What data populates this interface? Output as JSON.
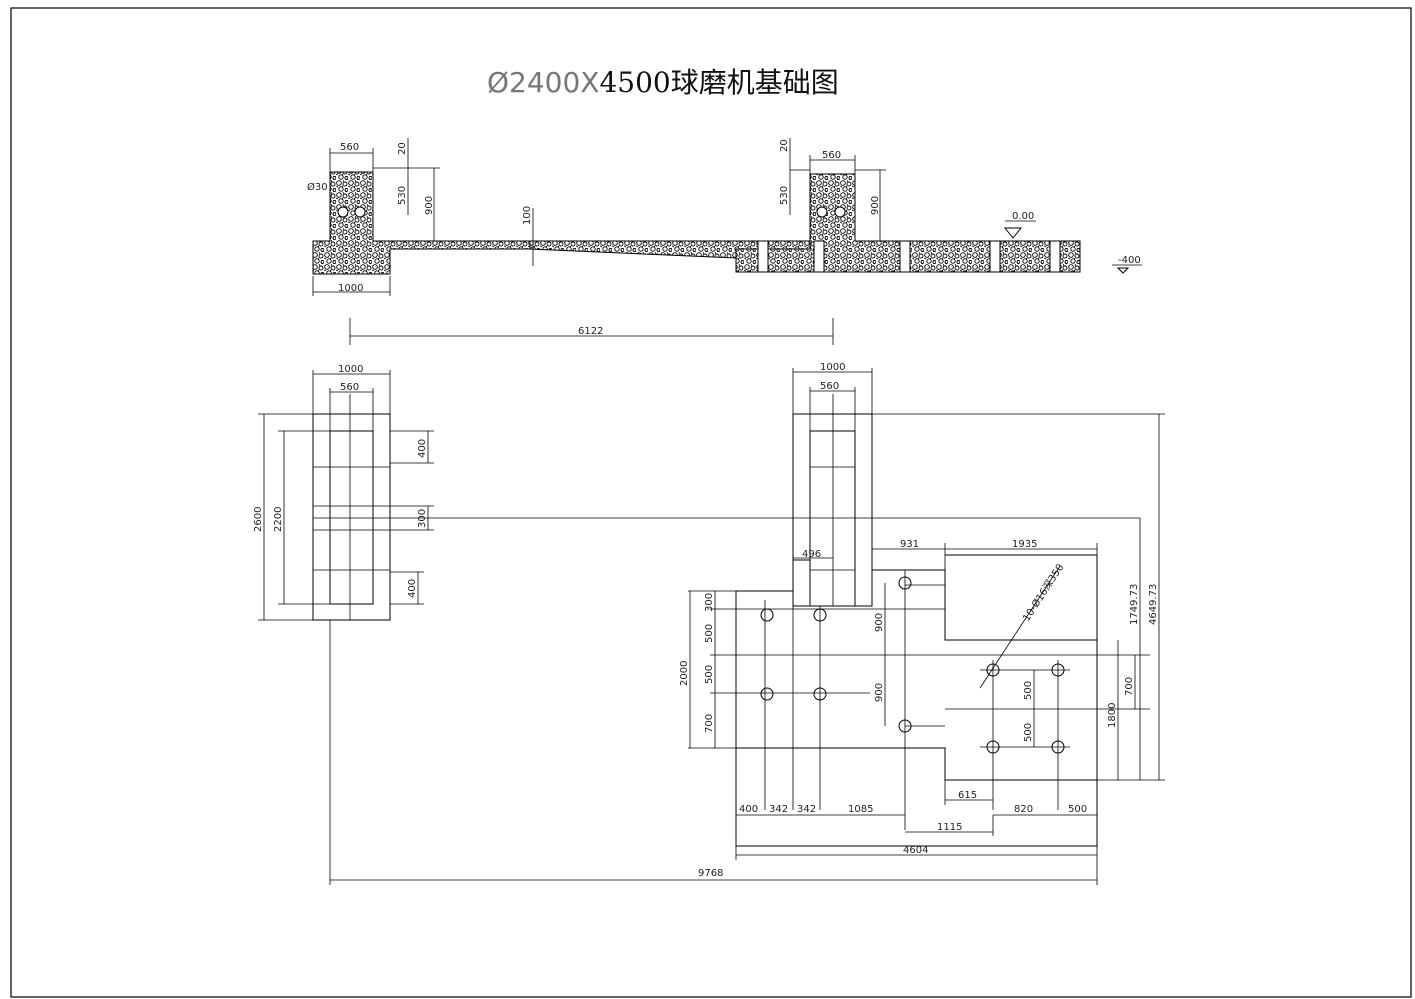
{
  "title": {
    "prefix": "Ø2400X",
    "suffix": "4500球磨机基础图"
  },
  "elevation": {
    "top": "0.00",
    "bottom": "-400"
  },
  "section_dims": {
    "left_width_top": "560",
    "left_top_gap": "20",
    "left_h1": "530",
    "left_h2": "900",
    "left_base": "1000",
    "left_bolt": "Ø30",
    "slab": "100",
    "right_width_top": "560",
    "right_top_gap": "20",
    "right_h1": "530",
    "right_h2": "900"
  },
  "plan_dims": {
    "span": "6122",
    "left_outer": "1000",
    "left_inner": "560",
    "right_outer": "1000",
    "right_inner": "560",
    "left_total_h": "2600",
    "left_inner_h": "2200",
    "left_top_400": "400",
    "left_mid": "300",
    "left_bot_400": "400",
    "notch": "496",
    "w931": "931",
    "w1935": "1935",
    "hole_note": "10-Ø16深350",
    "h1749": "1749.73",
    "h4649": "4649.73",
    "h2000": "2000",
    "h300": "300",
    "h500a": "500",
    "h500b": "500",
    "h700a": "700",
    "h900a": "900",
    "h900b": "900",
    "h700b": "700",
    "h1800": "1800",
    "h500c": "500",
    "h500d": "500",
    "b400": "400",
    "b342a": "342",
    "b342b": "342",
    "b1085": "1085",
    "b615": "615",
    "b820": "820",
    "b500": "500",
    "b1115": "1115",
    "b4604": "4604",
    "b9768": "9768"
  }
}
